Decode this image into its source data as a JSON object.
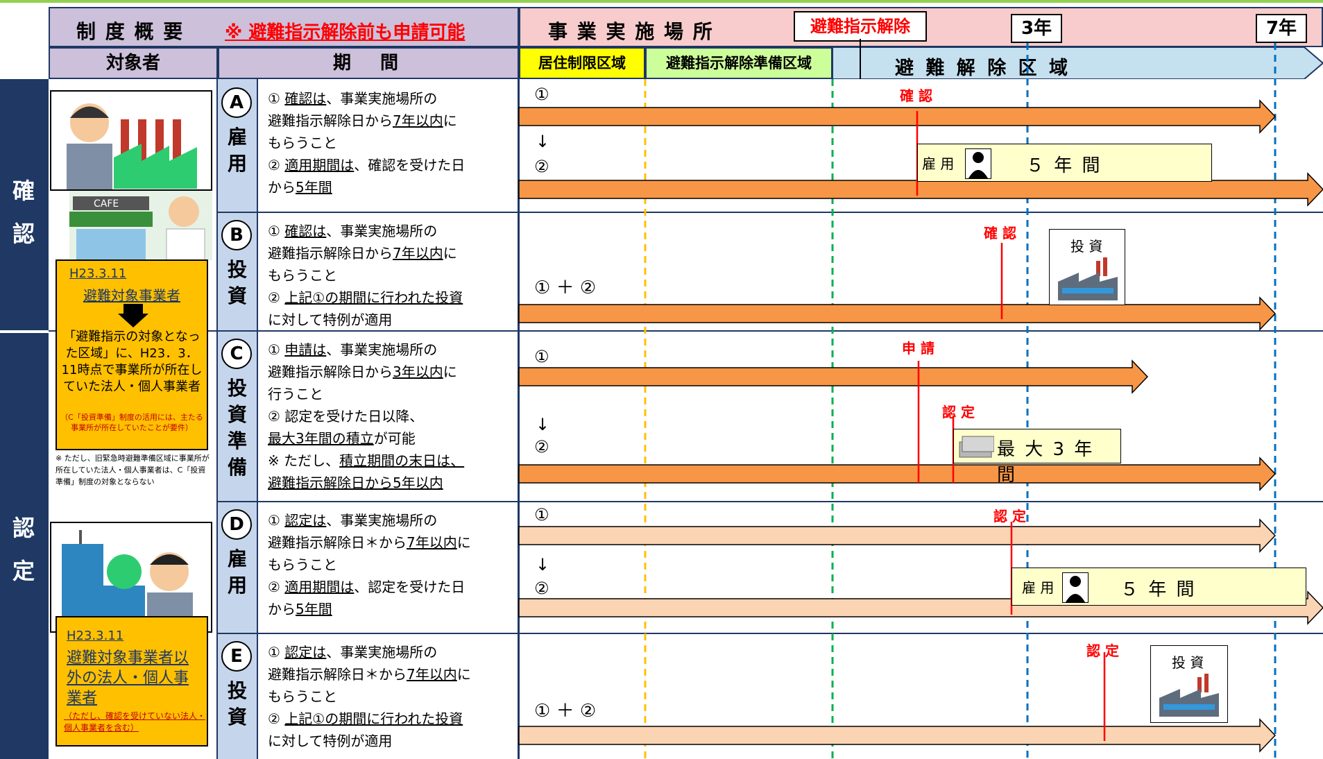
{
  "header": {
    "seido_gaiyou": "制 度 概 要",
    "kaijo_mae": "※ 避難指示解除前も申請可能",
    "jigyo_basho": "事 業 実 施 場 所",
    "hinan_kaijo": "避難指示解除",
    "year3": "3年",
    "year7": "7年",
    "taishosha": "対象者",
    "kikan": "期　間",
    "kyoju": "居住制限区域",
    "junbi": "避難指示解除準備区域",
    "kaijo_kuiki": "避 難 解 除 区 域"
  },
  "sidebar": {
    "kakunin": [
      "確",
      "認"
    ],
    "nintei": [
      "認",
      "定"
    ]
  },
  "left": {
    "box1_date": "H23.3.11",
    "box1_title": "避難対象事業者",
    "box1_desc": "「避難指示の対象となった区域」に、H23．3．11時点で事業所が所在していた法人・個人事業者",
    "box1_small": "（C「投資準備」制度の活用には、主たる事業所が所在していたことが要件）",
    "box1_note": "※ ただし、旧緊急時避難準備区域に事業所が所在していた法人・個人事業者は、C「投資準備」制度の対象とならない",
    "cafe": "CAFE",
    "box2_date": "H23.3.11",
    "box2_title": "避難対象事業者以外の法人・個人事業者",
    "box2_small": "（ただし、確認を受けていない法人・個人事業者を含む）"
  },
  "rows": [
    {
      "letter": "A",
      "kind": [
        "雇",
        "用"
      ],
      "lines": [
        "① 確認は、事業実施場所の",
        "避難指示解除日から7年以内に",
        "もらうこと",
        "② 適用期間は、確認を受けた日",
        "から5年間"
      ],
      "label1": "①",
      "down": "↓",
      "label2": "②",
      "mark": "確 認",
      "box_label": "雇 用",
      "box_text": "５ 年 間"
    },
    {
      "letter": "B",
      "kind": [
        "投",
        "資"
      ],
      "lines": [
        "① 確認は、事業実施場所の",
        "避難指示解除日から7年以内に",
        "もらうこと",
        "② 上記①の期間に行われた投資",
        "に対して特例が適用"
      ],
      "label1": "① ＋ ②",
      "mark": "確 認",
      "box_label": "投 資"
    },
    {
      "letter": "C",
      "kind": [
        "投",
        "資",
        "準",
        "備"
      ],
      "lines": [
        "① 申請は、事業実施場所の",
        "避難指示解除日から3年以内に",
        "行うこと",
        "② 認定を受けた日以降、",
        "最大3年間の積立が可能",
        "※ ただし、積立期間の末日は、",
        "避難指示解除日から5年以内"
      ],
      "label1": "①",
      "down": "↓",
      "label2": "②",
      "mark1": "申 請",
      "mark2": "認 定",
      "box_text": "最 大 3 年 間"
    },
    {
      "letter": "D",
      "kind": [
        "雇",
        "用"
      ],
      "lines": [
        "① 認定は、事業実施場所の",
        "避難指示解除日＊から7年以内に",
        "もらうこと",
        "② 適用期間は、認定を受けた日",
        "から5年間"
      ],
      "label1": "①",
      "down": "↓",
      "label2": "②",
      "mark": "認 定",
      "box_label": "雇 用",
      "box_text": "５ 年 間"
    },
    {
      "letter": "E",
      "kind": [
        "投",
        "資"
      ],
      "lines": [
        "① 認定は、事業実施場所の",
        "避難指示解除日＊から7年以内に",
        "もらうこと",
        "② 上記①の期間に行われた投資",
        "に対して特例が適用"
      ],
      "label1": "① ＋ ②",
      "mark": "認 定",
      "box_label": "投 資"
    }
  ],
  "colors": {
    "navy": "#1f3864",
    "orange_dark": "#f79646",
    "orange_light": "#fbd4b4",
    "red": "#ff0000",
    "yellow_dash": "#ffc000",
    "green_dash": "#00b050",
    "blue_dash": "#0070c0"
  }
}
